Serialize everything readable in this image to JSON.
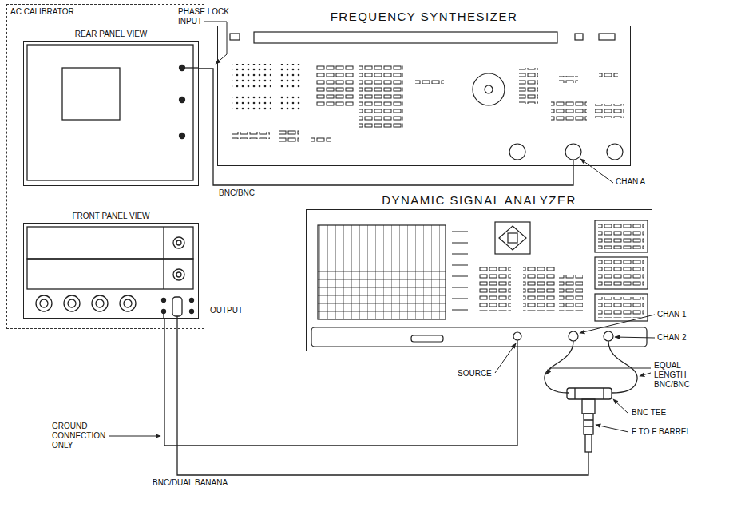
{
  "diagram": {
    "nodes": [
      {
        "text": [
          "AC CALIBRATOR"
        ]
      },
      {
        "text": [
          "REAR PANEL VIEW"
        ],
        "in": 0
      },
      {
        "text": [
          "FRONT PANEL VIEW"
        ],
        "in": 0
      },
      {
        "text": [
          "FREQUENCY SYNTHESIZER"
        ]
      },
      {
        "text": [
          "DYNAMIC SIGNAL ANALYZER"
        ]
      }
    ],
    "edges": [
      {
        "from": 1,
        "to": 3,
        "label": "BNC/BNC",
        "arrow": "none"
      },
      {
        "from": 2,
        "to": 4,
        "arrow": "none"
      }
    ],
    "labels": [
      "PHASE LOCK INPUT",
      "CHAN A",
      "OUTPUT",
      "CHAN 1",
      "CHAN 2",
      "SOURCE",
      "EQUAL LENGTH BNC/BNC",
      "BNC TEE",
      "F TO F BARREL",
      "GROUND CONNECTION ONLY",
      "BNC/DUAL BANANA"
    ]
  }
}
